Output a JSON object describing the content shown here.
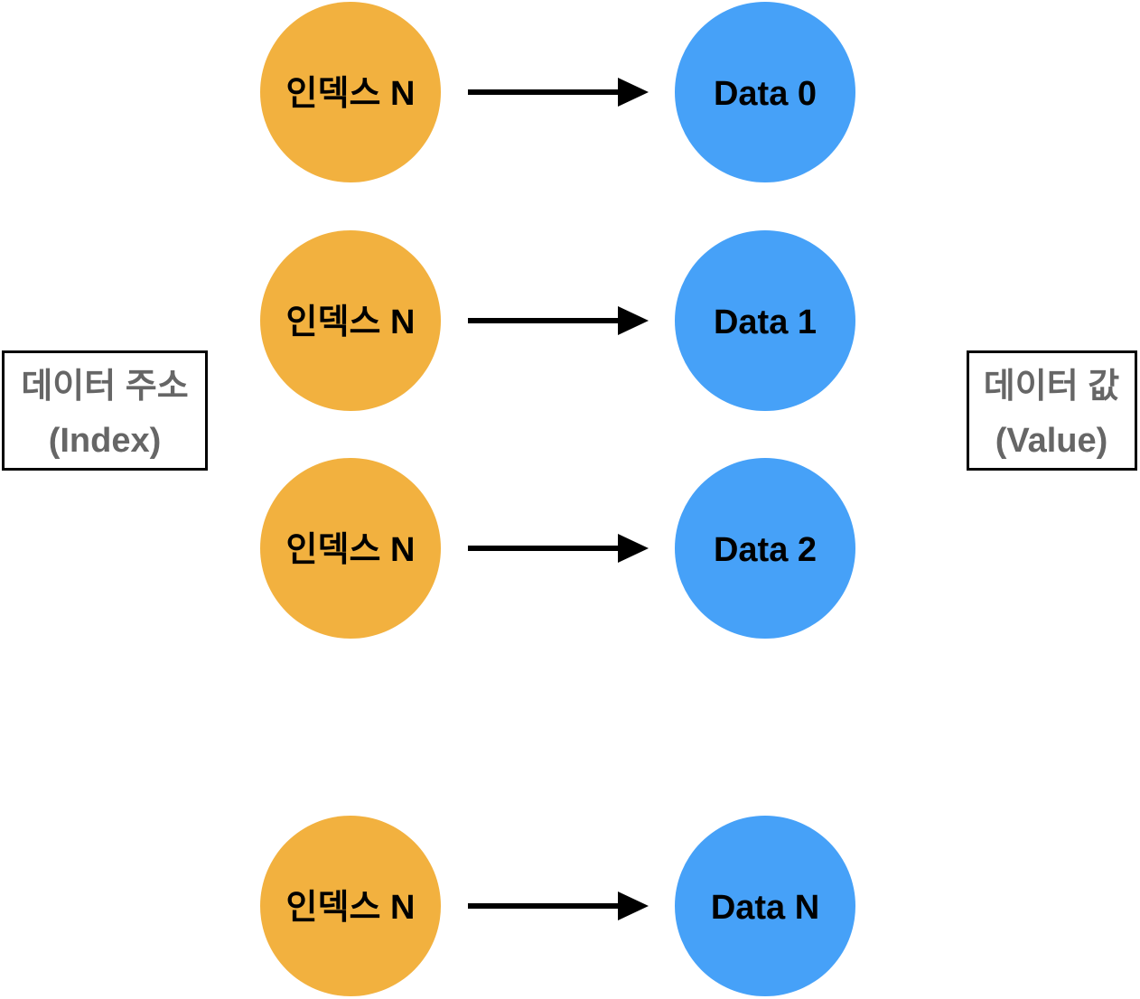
{
  "colors": {
    "index_node": "#f2b13f",
    "data_node": "#46a1f8",
    "arrow": "#000000",
    "node_text": "#000000",
    "side_text": "#666666",
    "side_border": "#000000"
  },
  "left_box": {
    "line1": "데이터 주소",
    "line2": "(Index)"
  },
  "right_box": {
    "line1": "데이터 값",
    "line2": "(Value)"
  },
  "rows": [
    {
      "index_label": "인덱스 N",
      "data_label": "Data 0"
    },
    {
      "index_label": "인덱스 N",
      "data_label": "Data 1"
    },
    {
      "index_label": "인덱스 N",
      "data_label": "Data 2"
    },
    {
      "index_label": "인덱스 N",
      "data_label": "Data N"
    }
  ]
}
